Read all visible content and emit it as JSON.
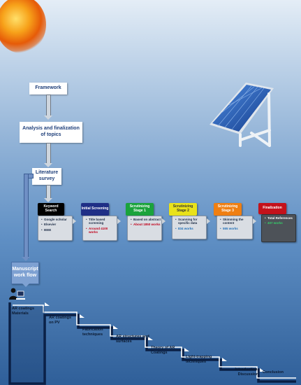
{
  "top_flow": {
    "framework": "Framework",
    "analysis": "Analysis and finalization of topics",
    "literature": "Literature survey"
  },
  "stages": [
    {
      "title": "Keyword Search",
      "color": "#000000",
      "items": [
        "Google scholar",
        "Elsevier",
        "IEEE"
      ],
      "item_colors": [
        "#1a2a44",
        "#1a2a44",
        "#1a2a44"
      ]
    },
    {
      "title": "Initial Screening",
      "color": "#1f2f86",
      "items": [
        "Title based screening",
        "Around 4100 works"
      ],
      "item_colors": [
        "#1a2a44",
        "#c0001a"
      ]
    },
    {
      "title": "Scrutinizing Stage 1",
      "color": "#1aa33c",
      "items": [
        "Based on abstract",
        "About 1850 works"
      ],
      "item_colors": [
        "#1a2a44",
        "#c0001a"
      ]
    },
    {
      "title": "Scrutinizing Stage 2",
      "color": "#e9e21a",
      "items": [
        "Scanning for specific data",
        "834 works"
      ],
      "item_colors": [
        "#1a2a44",
        "#1f6fb8"
      ]
    },
    {
      "title": "Scrutinizing Stage 3",
      "color": "#f07f12",
      "items": [
        "Skimming the content",
        "555 works"
      ],
      "item_colors": [
        "#1a2a44",
        "#1f6fb8"
      ]
    },
    {
      "title": "Finalization",
      "color": "#c4121b",
      "items": [
        "Total References",
        "407 works"
      ],
      "item_colors": [
        "#ffffff",
        "#34d06a"
      ]
    }
  ],
  "manuscript": {
    "label": "Manuscript work flow"
  },
  "steps": [
    {
      "label": "AR coatings Materials"
    },
    {
      "label": "AR coatings on PV"
    },
    {
      "label": "Fabrication techniques"
    },
    {
      "label": "AR structures and surfaces"
    },
    {
      "label": "Theory of AR Coatings"
    },
    {
      "label": "Light-trapping techniques"
    },
    {
      "label": "Introduction, Discussion"
    },
    {
      "label": "Conclusion"
    }
  ],
  "icons": {
    "sun": "sun-icon",
    "solar_panel": "solar-panel-icon",
    "person": "person-at-computer-icon"
  }
}
